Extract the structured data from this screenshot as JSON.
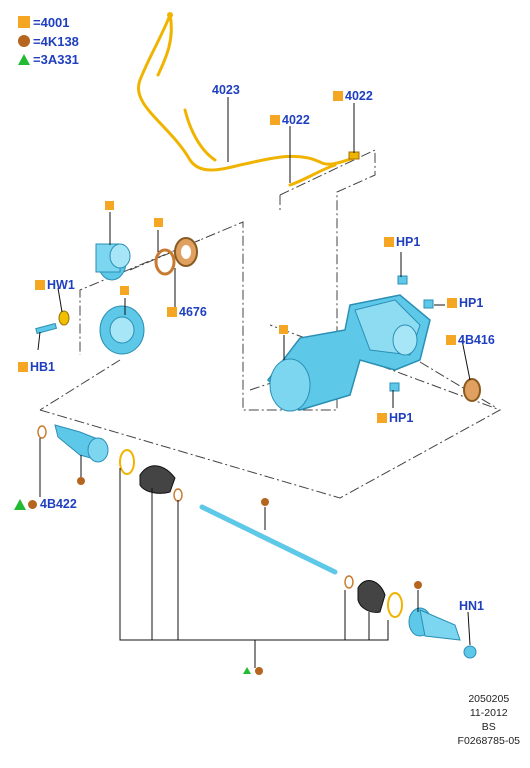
{
  "legend": [
    {
      "symbol": "orange-square",
      "text": "=4001"
    },
    {
      "symbol": "brown-circle",
      "text": "=4K138"
    },
    {
      "symbol": "green-triangle",
      "text": "=3A331"
    }
  ],
  "callouts": {
    "c4023": "4023",
    "c4022a": "4022",
    "c4022b": "4022",
    "hw1": "HW1",
    "hb1": "HB1",
    "c4676": "4676",
    "hp1_top": "HP1",
    "hp1_right": "HP1",
    "hp1_bottom": "HP1",
    "c4b416": "4B416",
    "c4b422": "4B422",
    "hn1": "HN1"
  },
  "meta": {
    "line1": "2050205",
    "line2": "11-2012",
    "line3": "BS",
    "line4": "F0268785-05"
  },
  "colors": {
    "part": "#5ec8e8",
    "part_dark": "#2a8fb5",
    "harness": "#f0b400",
    "label": "#1f3fbf",
    "square": "#f5a623",
    "circle": "#b5651d",
    "triangle": "#22bb33"
  }
}
